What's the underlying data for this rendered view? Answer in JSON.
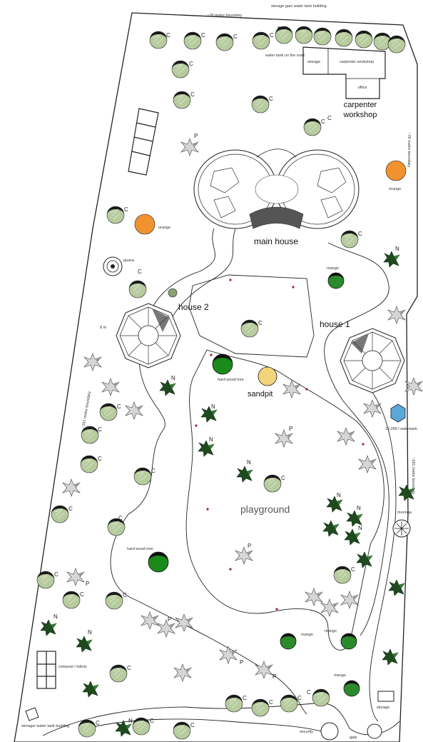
{
  "labels": {
    "carpenter": "carpenter\nworkshop",
    "main_house": "main house",
    "house2": "house 2",
    "house1": "house 1",
    "sandpit": "sandpit",
    "playground": "playground"
  },
  "small_labels": {
    "boundary_top": "~78 metre boundary",
    "storage_top": "storage gas/ water tank building",
    "water_tank_road": "water tank on the road",
    "storage_room": "storage",
    "carpenter_room": "carpenter workshop",
    "office": "office",
    "boundary_right": "~78 metre boundary",
    "orange_right": "orange",
    "orange_left": "orange",
    "guava": "guava",
    "mango_top": "mango",
    "boundary_left": "~181 metre boundary",
    "hardwood_tree": "hard wood tree",
    "water_tank": "15,000 l watertank",
    "boundary_right2": "~181 metre boundary",
    "moringa": "moringa",
    "hardwood_tree2": "hard wood tree",
    "mango_mid": "mango",
    "mango_low": "mango",
    "mango_bottom": "mango",
    "garden_bed": "compost / toilets",
    "storage_bottom": "storage/ water tank building",
    "security": "security",
    "gate": "gate",
    "house_left_dim": "8 m",
    "bottom_right_hut": "storage"
  },
  "tree_letters": {
    "c": "C",
    "p": "P",
    "n": "N"
  },
  "colors": {
    "tree_c": "#b7cc9e",
    "tree_n": "#1f4a1f",
    "tree_p": "#c8c8c8",
    "orange": "#f0922e",
    "hardwood": "#1a8a1a",
    "mango": "#2b8a2b",
    "sandpit": "#f2d47a",
    "watertank": "#5aa8d8"
  }
}
